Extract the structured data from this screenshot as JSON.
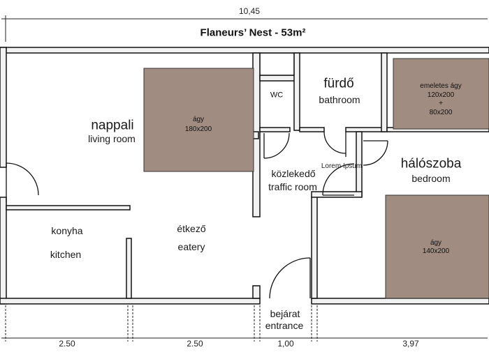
{
  "title": "Flaneurs’ Nest - 53m²",
  "dimensions": {
    "total_width": "10,45",
    "kitchen_width": "2.50",
    "eatery_width": "2.50",
    "entrance_width": "1,00",
    "bedroom_width": "3,97"
  },
  "rooms": {
    "living_hu": "nappali",
    "living_en": "living room",
    "wc": "WC",
    "bath_hu": "fürdő",
    "bath_en": "bathroom",
    "bedroom_hu": "hálószoba",
    "bedroom_en": "bedroom",
    "traffic_hu": "közlekedő",
    "traffic_en": "traffic room",
    "kitchen_hu": "konyha",
    "kitchen_en": "kitchen",
    "eatery_hu": "étkező",
    "eatery_en": "eatery",
    "entrance_hu": "bejárat",
    "entrance_en": "entrance",
    "lorem": "Lorem Ipsum"
  },
  "furniture": {
    "bed_main_label": "ágy",
    "bed_main_size": "180x200",
    "bunk_label": "emeletes ágy",
    "bunk_size1": "120x200",
    "bunk_plus": "+",
    "bunk_size2": "80x200",
    "bed_bedroom_label": "ágy",
    "bed_bedroom_size": "140x200"
  },
  "colors": {
    "furniture": "#a08c80",
    "wall": "#f2f2f2",
    "wall_outline": "#111111",
    "page": "#ffffff"
  }
}
